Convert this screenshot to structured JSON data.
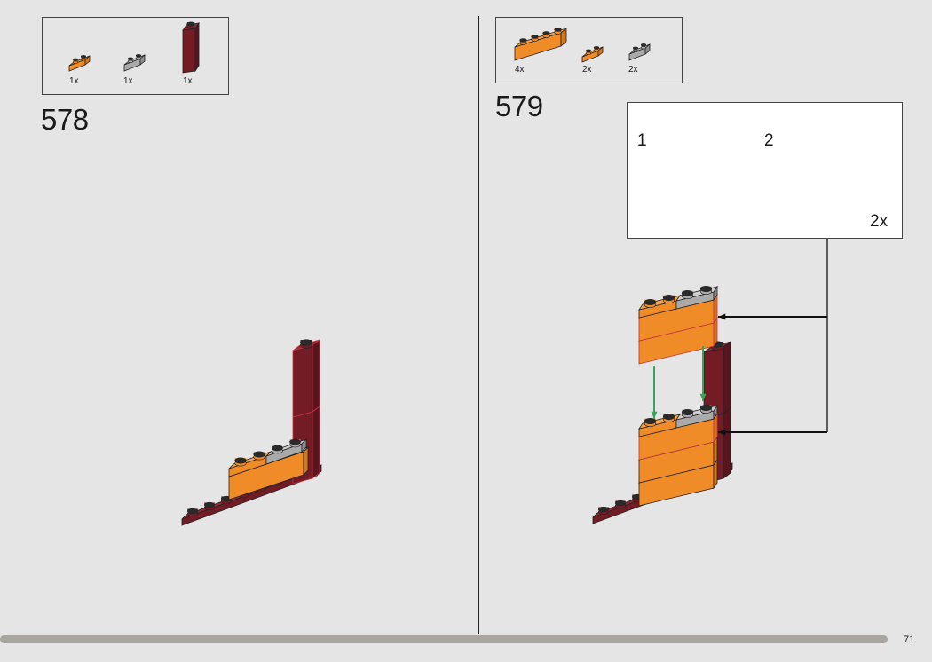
{
  "left_step": {
    "number": "578",
    "parts": [
      {
        "icon": "orange-plate-1x2",
        "qty": "1x"
      },
      {
        "icon": "gray-plate-1x2-rail",
        "qty": "1x"
      },
      {
        "icon": "dark-red-brick-1x1-tall",
        "qty": "1x"
      }
    ]
  },
  "right_step": {
    "number": "579",
    "parts": [
      {
        "icon": "orange-brick-1x4",
        "qty": "4x"
      },
      {
        "icon": "orange-plate-1x2",
        "qty": "2x"
      },
      {
        "icon": "gray-plate-1x2-rail",
        "qty": "2x"
      }
    ],
    "substeps": [
      {
        "number": "1"
      },
      {
        "number": "2",
        "multiplier": "2x"
      }
    ]
  },
  "page_number": "71",
  "colors": {
    "background": "#e5e5e5",
    "orange": "#f08c28",
    "dark_red": "#731c26",
    "gray": "#aaaaaa",
    "arrow_green": "#3aa55a"
  }
}
